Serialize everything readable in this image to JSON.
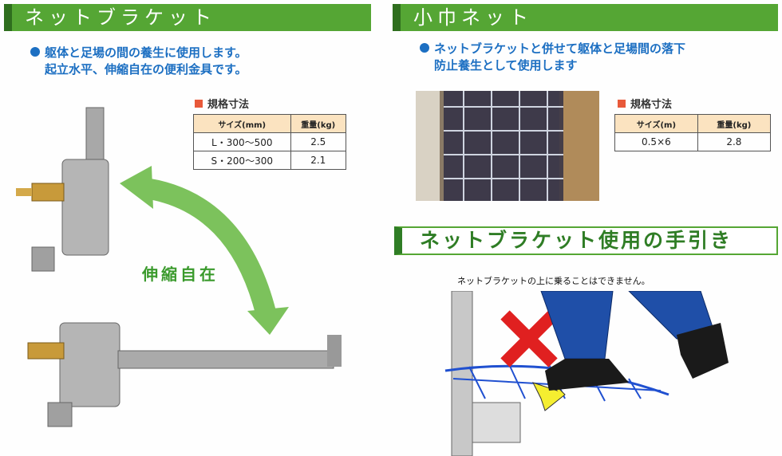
{
  "left": {
    "title": "ネットブラケット",
    "bullet_lines": [
      "躯体と足場の間の養生に使用します。",
      "起立水平、伸縮自在の便利金具です。"
    ],
    "spec_label": "規格寸法",
    "table": {
      "headers": [
        "サイズ(mm)",
        "重量(kg)"
      ],
      "rows": [
        [
          "L・300～500",
          "2.5"
        ],
        [
          "S・200～300",
          "2.1"
        ]
      ]
    },
    "arrow_label": "伸縮自在"
  },
  "right": {
    "title": "小巾ネット",
    "bullet_lines": [
      "ネットブラケットと併せて躯体と足場間の落下",
      "防止養生として使用します"
    ],
    "spec_label": "規格寸法",
    "table": {
      "headers": [
        "サイズ(m)",
        "重量(kg)"
      ],
      "rows": [
        [
          "0.5×6",
          "2.8"
        ]
      ]
    }
  },
  "guide": {
    "title": "ネットブラケット使用の手引き",
    "caption": "ネットブラケットの上に乗ることはできません。"
  },
  "colors": {
    "green": "#55a634",
    "blue": "#1c6fc2",
    "red": "#e02020"
  }
}
